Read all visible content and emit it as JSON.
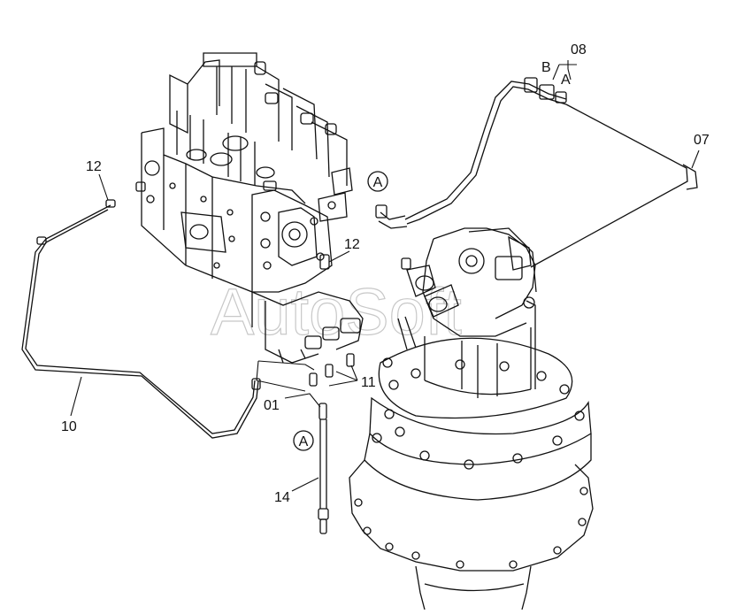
{
  "diagram": {
    "part_labels": {
      "p08": "08",
      "p07": "07",
      "p12a": "12",
      "p12b": "12",
      "p11": "11",
      "p01": "01",
      "p10": "10",
      "p14": "14",
      "pB": "B",
      "pA": "A"
    },
    "connection_markers": {
      "top": "A",
      "bottom": "A"
    },
    "watermark": "AutoSoft"
  }
}
